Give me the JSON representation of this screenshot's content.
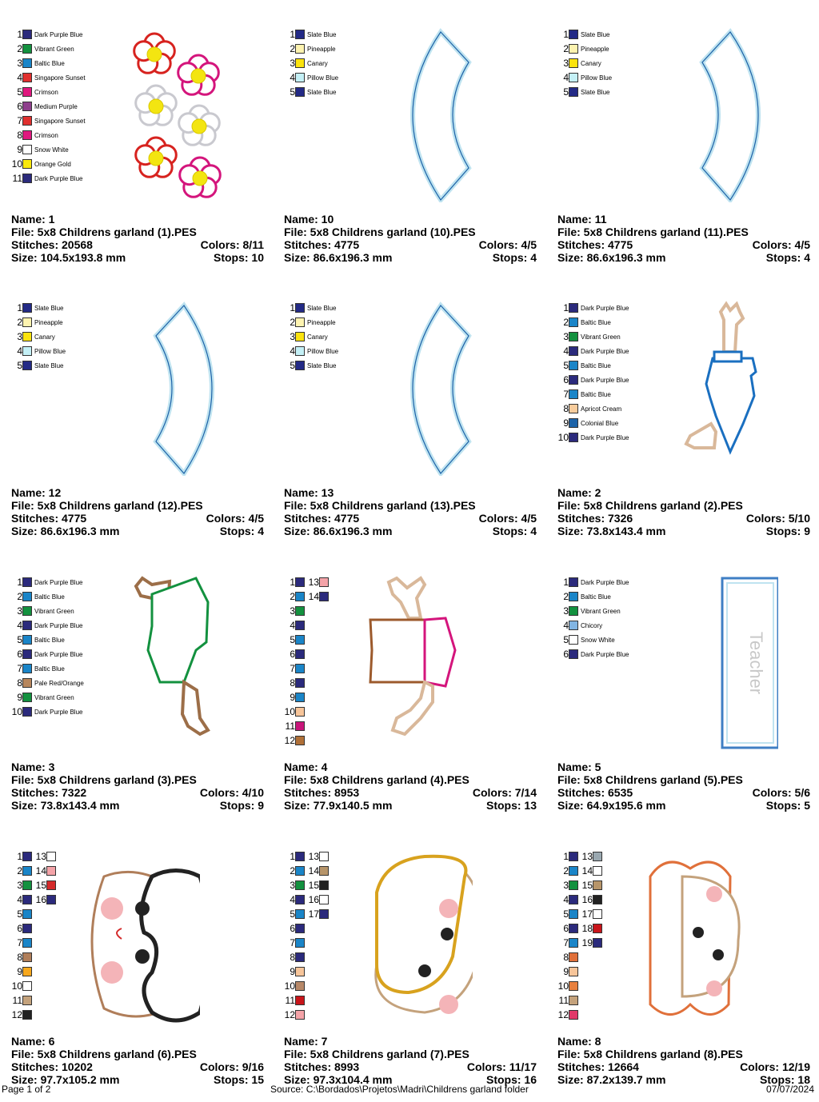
{
  "designs": [
    {
      "name": "Name: 1",
      "file": "File: 5x8 Childrens garland (1).PES",
      "stitches": "Stitches: 20568",
      "colors": "Colors: 8/11",
      "size": "Size: 104.5x193.8 mm",
      "stops": "Stops: 10",
      "art": "flowers",
      "palette": [
        {
          "n": "1",
          "name": "Dark Purple Blue",
          "color": "#2b2a7c"
        },
        {
          "n": "2",
          "name": "Vibrant Green",
          "color": "#13913f"
        },
        {
          "n": "3",
          "name": "Baltic Blue",
          "color": "#1a85c8"
        },
        {
          "n": "4",
          "name": "Singapore Sunset",
          "color": "#e0302e"
        },
        {
          "n": "5",
          "name": "Crimson",
          "color": "#e0187f"
        },
        {
          "n": "6",
          "name": "Medium Purple",
          "color": "#8e3f8c"
        },
        {
          "n": "7",
          "name": "Singapore Sunset",
          "color": "#e0302e"
        },
        {
          "n": "8",
          "name": "Crimson",
          "color": "#e0187f"
        },
        {
          "n": "9",
          "name": "Snow White",
          "color": "#ffffff"
        },
        {
          "n": "10",
          "name": "Orange Gold",
          "color": "#f9e80a"
        },
        {
          "n": "11",
          "name": "Dark Purple Blue",
          "color": "#2b2a7c"
        }
      ]
    },
    {
      "name": "Name: 10",
      "file": "File: 5x8 Childrens garland (10).PES",
      "stitches": "Stitches: 4775",
      "colors": "Colors: 4/5",
      "size": "Size: 86.6x196.3 mm",
      "stops": "Stops: 4",
      "art": "arc-right",
      "palette": [
        {
          "n": "1",
          "name": "Slate Blue",
          "color": "#232a86"
        },
        {
          "n": "2",
          "name": "Pineapple",
          "color": "#fdf3b0"
        },
        {
          "n": "3",
          "name": "Canary",
          "color": "#fbe30e"
        },
        {
          "n": "4",
          "name": "Pillow Blue",
          "color": "#c4f0f6"
        },
        {
          "n": "5",
          "name": "Slate Blue",
          "color": "#232a86"
        }
      ]
    },
    {
      "name": "Name: 11",
      "file": "File: 5x8 Childrens garland (11).PES",
      "stitches": "Stitches: 4775",
      "colors": "Colors: 4/5",
      "size": "Size: 86.6x196.3 mm",
      "stops": "Stops: 4",
      "art": "arc-left",
      "palette": [
        {
          "n": "1",
          "name": "Slate Blue",
          "color": "#232a86"
        },
        {
          "n": "2",
          "name": "Pineapple",
          "color": "#fdf3b0"
        },
        {
          "n": "3",
          "name": "Canary",
          "color": "#fbe30e"
        },
        {
          "n": "4",
          "name": "Pillow Blue",
          "color": "#c4f0f6"
        },
        {
          "n": "5",
          "name": "Slate Blue",
          "color": "#232a86"
        }
      ]
    },
    {
      "name": "Name: 12",
      "file": "File: 5x8 Childrens garland (12).PES",
      "stitches": "Stitches: 4775",
      "colors": "Colors: 4/5",
      "size": "Size: 86.6x196.3 mm",
      "stops": "Stops: 4",
      "art": "arc-left",
      "palette": [
        {
          "n": "1",
          "name": "Slate Blue",
          "color": "#232a86"
        },
        {
          "n": "2",
          "name": "Pineapple",
          "color": "#fdf3b0"
        },
        {
          "n": "3",
          "name": "Canary",
          "color": "#fbe30e"
        },
        {
          "n": "4",
          "name": "Pillow Blue",
          "color": "#c4f0f6"
        },
        {
          "n": "5",
          "name": "Slate Blue",
          "color": "#232a86"
        }
      ]
    },
    {
      "name": "Name: 13",
      "file": "File: 5x8 Childrens garland (13).PES",
      "stitches": "Stitches: 4775",
      "colors": "Colors: 4/5",
      "size": "Size: 86.6x196.3 mm",
      "stops": "Stops: 4",
      "art": "arc-right",
      "palette": [
        {
          "n": "1",
          "name": "Slate Blue",
          "color": "#232a86"
        },
        {
          "n": "2",
          "name": "Pineapple",
          "color": "#fdf3b0"
        },
        {
          "n": "3",
          "name": "Canary",
          "color": "#fbe30e"
        },
        {
          "n": "4",
          "name": "Pillow Blue",
          "color": "#c4f0f6"
        },
        {
          "n": "5",
          "name": "Slate Blue",
          "color": "#232a86"
        }
      ]
    },
    {
      "name": "Name: 2",
      "file": "File: 5x8 Childrens garland (2).PES",
      "stitches": "Stitches: 7326",
      "colors": "Colors: 5/10",
      "size": "Size: 73.8x143.4 mm",
      "stops": "Stops: 9",
      "art": "shirt-blue",
      "palette": [
        {
          "n": "1",
          "name": "Dark Purple Blue",
          "color": "#2b2a7c"
        },
        {
          "n": "2",
          "name": "Baltic Blue",
          "color": "#1a85c8"
        },
        {
          "n": "3",
          "name": "Vibrant Green",
          "color": "#13913f"
        },
        {
          "n": "4",
          "name": "Dark Purple Blue",
          "color": "#2b2a7c"
        },
        {
          "n": "5",
          "name": "Baltic Blue",
          "color": "#1a85c8"
        },
        {
          "n": "6",
          "name": "Dark Purple Blue",
          "color": "#2b2a7c"
        },
        {
          "n": "7",
          "name": "Baltic Blue",
          "color": "#1a85c8"
        },
        {
          "n": "8",
          "name": "Apricot Cream",
          "color": "#f7cc9c"
        },
        {
          "n": "9",
          "name": "Colonial Blue",
          "color": "#1d63a8"
        },
        {
          "n": "10",
          "name": "Dark Purple Blue",
          "color": "#2b2a7c"
        }
      ]
    },
    {
      "name": "Name: 3",
      "file": "File: 5x8 Childrens garland (3).PES",
      "stitches": "Stitches: 7322",
      "colors": "Colors: 4/10",
      "size": "Size: 73.8x143.4 mm",
      "stops": "Stops: 9",
      "art": "shirt-green",
      "palette": [
        {
          "n": "1",
          "name": "Dark Purple Blue",
          "color": "#2b2a7c"
        },
        {
          "n": "2",
          "name": "Baltic Blue",
          "color": "#1a85c8"
        },
        {
          "n": "3",
          "name": "Vibrant Green",
          "color": "#13913f"
        },
        {
          "n": "4",
          "name": "Dark Purple Blue",
          "color": "#2b2a7c"
        },
        {
          "n": "5",
          "name": "Baltic Blue",
          "color": "#1a85c8"
        },
        {
          "n": "6",
          "name": "Dark Purple Blue",
          "color": "#2b2a7c"
        },
        {
          "n": "7",
          "name": "Baltic Blue",
          "color": "#1a85c8"
        },
        {
          "n": "8",
          "name": "Pale Red/Orange",
          "color": "#b7865c"
        },
        {
          "n": "9",
          "name": "Vibrant Green",
          "color": "#13913f"
        },
        {
          "n": "10",
          "name": "Dark Purple Blue",
          "color": "#2b2a7c"
        }
      ]
    },
    {
      "name": "Name: 4",
      "file": "File: 5x8 Childrens garland (4).PES",
      "stitches": "Stitches: 8953",
      "colors": "Colors: 7/14",
      "size": "Size: 77.9x140.5 mm",
      "stops": "Stops: 13",
      "art": "dress",
      "palette": [
        {
          "n": "1",
          "color": "#2b2a7c"
        },
        {
          "n": "2",
          "color": "#1a85c8"
        },
        {
          "n": "3",
          "color": "#13913f"
        },
        {
          "n": "4",
          "color": "#2b2a7c"
        },
        {
          "n": "5",
          "color": "#1a85c8"
        },
        {
          "n": "6",
          "color": "#2b2a7c"
        },
        {
          "n": "7",
          "color": "#1a85c8"
        },
        {
          "n": "8",
          "color": "#2b2a7c"
        },
        {
          "n": "9",
          "color": "#1a85c8"
        },
        {
          "n": "10",
          "color": "#f7c59a"
        },
        {
          "n": "11",
          "color": "#c8157a"
        },
        {
          "n": "12",
          "color": "#b07038"
        }
      ],
      "palette2": [
        {
          "n": "13",
          "color": "#f4a3a8"
        },
        {
          "n": "14",
          "color": "#2b2a7c"
        }
      ]
    },
    {
      "name": "Name: 5",
      "file": "File: 5x8 Childrens garland (5).PES",
      "stitches": "Stitches: 6535",
      "colors": "Colors: 5/6",
      "size": "Size: 64.9x195.6 mm",
      "stops": "Stops: 5",
      "art": "tag",
      "tag_text": "Teacher",
      "palette": [
        {
          "n": "1",
          "name": "Dark Purple Blue",
          "color": "#2b2a7c"
        },
        {
          "n": "2",
          "name": "Baltic Blue",
          "color": "#1a85c8"
        },
        {
          "n": "3",
          "name": "Vibrant Green",
          "color": "#13913f"
        },
        {
          "n": "4",
          "name": "Chicory",
          "color": "#82b5e3"
        },
        {
          "n": "5",
          "name": "Snow White",
          "color": "#ffffff"
        },
        {
          "n": "6",
          "name": "Dark Purple Blue",
          "color": "#2b2a7c"
        }
      ]
    },
    {
      "name": "Name: 6",
      "file": "File: 5x8 Childrens garland (6).PES",
      "stitches": "Stitches: 10202",
      "colors": "Colors: 9/16",
      "size": "Size: 97.7x105.2 mm",
      "stops": "Stops: 15",
      "art": "face-curly",
      "palette": [
        {
          "n": "1",
          "color": "#2b2a7c"
        },
        {
          "n": "2",
          "color": "#1a85c8"
        },
        {
          "n": "3",
          "color": "#13913f"
        },
        {
          "n": "4",
          "color": "#2b2a7c"
        },
        {
          "n": "5",
          "color": "#1a85c8"
        },
        {
          "n": "6",
          "color": "#2b2a7c"
        },
        {
          "n": "7",
          "color": "#1a85c8"
        },
        {
          "n": "8",
          "color": "#b07e5a"
        },
        {
          "n": "9",
          "color": "#f7a81e"
        },
        {
          "n": "10",
          "color": "#ffffff"
        },
        {
          "n": "11",
          "color": "#c4a27c"
        },
        {
          "n": "12",
          "color": "#222222"
        }
      ],
      "palette2": [
        {
          "n": "13",
          "color": "#ffffff"
        },
        {
          "n": "14",
          "color": "#f4a3a8"
        },
        {
          "n": "15",
          "color": "#d42a2a"
        },
        {
          "n": "16",
          "color": "#2b2a7c"
        }
      ]
    },
    {
      "name": "Name: 7",
      "file": "File: 5x8 Childrens garland (7).PES",
      "stitches": "Stitches: 8993",
      "colors": "Colors: 11/17",
      "size": "Size: 97.3x104.4 mm",
      "stops": "Stops: 16",
      "art": "face-blond",
      "palette": [
        {
          "n": "1",
          "color": "#2b2a7c"
        },
        {
          "n": "2",
          "color": "#1a85c8"
        },
        {
          "n": "3",
          "color": "#13913f"
        },
        {
          "n": "4",
          "color": "#2b2a7c"
        },
        {
          "n": "5",
          "color": "#1a85c8"
        },
        {
          "n": "6",
          "color": "#2b2a7c"
        },
        {
          "n": "7",
          "color": "#1a85c8"
        },
        {
          "n": "8",
          "color": "#2b2a7c"
        },
        {
          "n": "9",
          "color": "#f7c59a"
        },
        {
          "n": "10",
          "color": "#b78868"
        },
        {
          "n": "11",
          "color": "#c8151a"
        },
        {
          "n": "12",
          "color": "#f4a3a8"
        }
      ],
      "palette2": [
        {
          "n": "13",
          "color": "#ffffff"
        },
        {
          "n": "14",
          "color": "#b7956a"
        },
        {
          "n": "15",
          "color": "#222222"
        },
        {
          "n": "16",
          "color": "#ffffff"
        },
        {
          "n": "17",
          "color": "#2b2a7c"
        }
      ]
    },
    {
      "name": "Name: 8",
      "file": "File: 5x8 Childrens garland (8).PES",
      "stitches": "Stitches: 12664",
      "colors": "Colors: 12/19",
      "size": "Size: 87.2x139.7 mm",
      "stops": "Stops: 18",
      "art": "face-pigtails",
      "palette": [
        {
          "n": "1",
          "color": "#2b2a7c"
        },
        {
          "n": "2",
          "color": "#1a85c8"
        },
        {
          "n": "3",
          "color": "#13913f"
        },
        {
          "n": "4",
          "color": "#2b2a7c"
        },
        {
          "n": "5",
          "color": "#1a85c8"
        },
        {
          "n": "6",
          "color": "#2b2a7c"
        },
        {
          "n": "7",
          "color": "#1a85c8"
        },
        {
          "n": "8",
          "color": "#e0703a"
        },
        {
          "n": "9",
          "color": "#f7c59a"
        },
        {
          "n": "10",
          "color": "#e8803e"
        },
        {
          "n": "11",
          "color": "#c4a27c"
        },
        {
          "n": "12",
          "color": "#e03a6a"
        }
      ],
      "palette2": [
        {
          "n": "13",
          "color": "#9aa8b0"
        },
        {
          "n": "14",
          "color": "#ffffff"
        },
        {
          "n": "15",
          "color": "#b7956a"
        },
        {
          "n": "16",
          "color": "#222222"
        },
        {
          "n": "17",
          "color": "#ffffff"
        },
        {
          "n": "18",
          "color": "#c8151a"
        },
        {
          "n": "19",
          "color": "#2b2a7c"
        }
      ]
    }
  ],
  "footer": {
    "page": "Page 1 of 2",
    "source": "Source: C:\\Bordados\\Projetos\\Madri\\Childrens garland folder",
    "date": "07/07/2024"
  }
}
